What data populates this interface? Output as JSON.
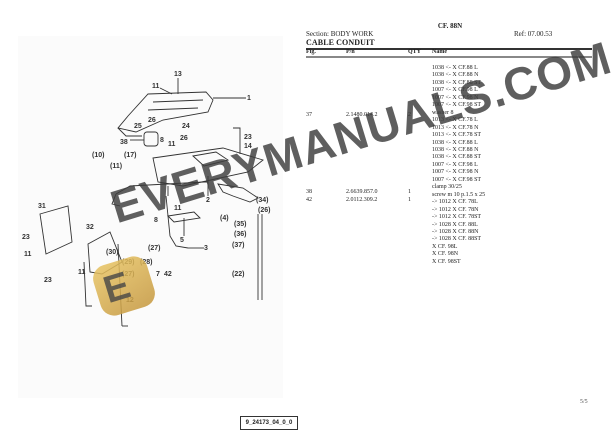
{
  "header": {
    "model": "CF. 88N",
    "section": "Section: BODY WORK",
    "ref": "Ref: 07.00.53",
    "title": "CABLE CONDUIT"
  },
  "table": {
    "columns": [
      "Fig.",
      "P/n",
      "QTY",
      "Name"
    ],
    "rows": [
      {
        "fig": "37",
        "pn": "2.1480.014.2",
        "qty": "2",
        "name_line": 7
      },
      {
        "fig": "38",
        "pn": "2.6639.857.0",
        "qty": "1",
        "name_line": 17
      },
      {
        "fig": "42",
        "pn": "2.0112.309.2",
        "qty": "1",
        "name_line": 18
      }
    ],
    "name_lines": [
      "1038 <- X CF.88 L",
      "1038 <- X CF.88 N",
      "1038 <- X CF.88 ST",
      "1007 <- X CF.98 L",
      "1007 <- X CF.98 N",
      "1007 <- X CF.98 ST",
      "washer 8",
      "1013 <- X CF.78 L",
      "1013 <- X CF.78 N",
      "1013 <- X CF.78 ST",
      "1038 <- X CF.88 L",
      "1038 <- X CF.88 N",
      "1038 <- X CF.88 ST",
      "1007 <- X CF.98 L",
      "1007 <- X CF.98 N",
      "1007 <- X CF.98 ST",
      "clamp 30/25",
      "screw m 10 p.1.5 x 25",
      "-> 1012 X CF. 78L",
      "-> 1012 X CF. 78N",
      "-> 1012 X CF. 78ST",
      "-> 1028 X CF. 88L",
      "-> 1028 X CF. 88N",
      "-> 1028 X CF. 88ST",
      "X CF. 98L",
      "X CF. 98N",
      "X CF. 98ST"
    ]
  },
  "diagram": {
    "id": "9_24173_04_0_0",
    "callouts": [
      "13",
      "11",
      "1",
      "25",
      "26",
      "24",
      "23",
      "14",
      "38",
      "8",
      "11",
      "(10)",
      "(11)",
      "(17)",
      "2",
      "(34)",
      "(26)",
      "(4)",
      "11",
      "5",
      "(35)",
      "(36)",
      "(37)",
      "8",
      "(27)",
      "3",
      "31",
      "32",
      "(30)",
      "(29)",
      "(28)",
      "(27)",
      "7",
      "42",
      "(22)",
      "23",
      "11",
      "11",
      "23",
      "12"
    ]
  },
  "watermark": {
    "text": "EVERYMANUALS.COM",
    "logo_letter": "E"
  },
  "footer": {
    "page": "5/5"
  }
}
